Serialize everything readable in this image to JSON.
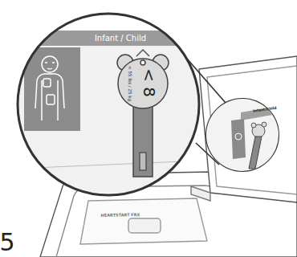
{
  "diagram": {
    "labels": [
      "Infant / Child",
      "< 8",
      "< 55 lbs / 25 kg",
      "Infant/Child",
      "HEARTSTART FRX",
      "5"
    ]
  }
}
